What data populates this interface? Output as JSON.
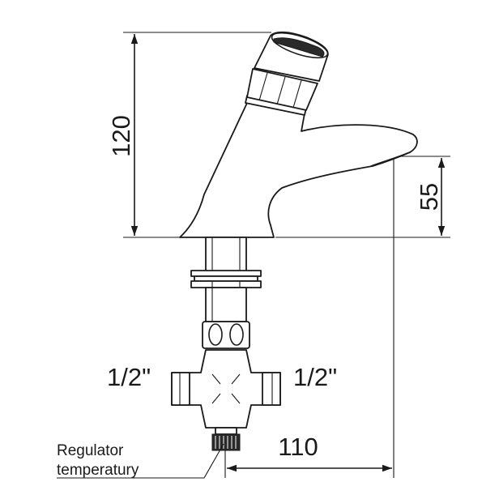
{
  "dimensions": {
    "height_total": "120",
    "height_spout": "55",
    "width": "110"
  },
  "connections": {
    "left": "1/2\"",
    "right": "1/2\""
  },
  "regulator_label": {
    "line1": "Regulator",
    "line2": "temperatury"
  },
  "colors": {
    "line": "#1a1a1a",
    "background": "#ffffff"
  }
}
